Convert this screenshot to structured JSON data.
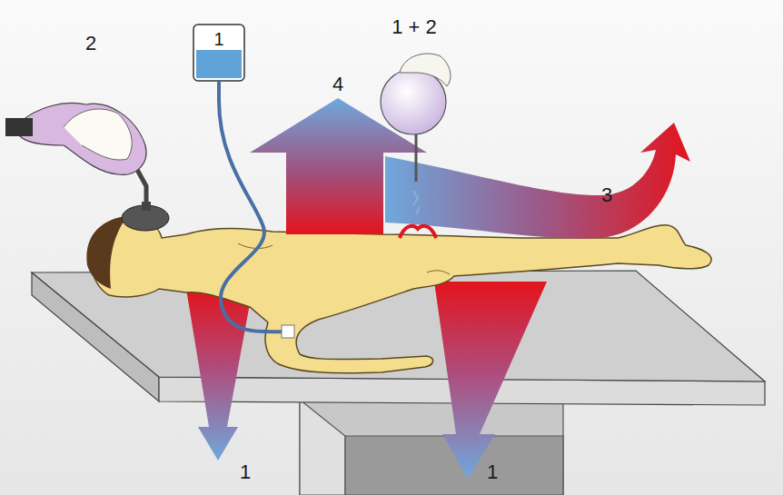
{
  "diagram": {
    "nodes": [
      {
        "text": [
          "1"
        ]
      }
    ],
    "labels": [
      "2",
      "4",
      "1 + 2",
      "3",
      "1",
      "1"
    ]
  }
}
